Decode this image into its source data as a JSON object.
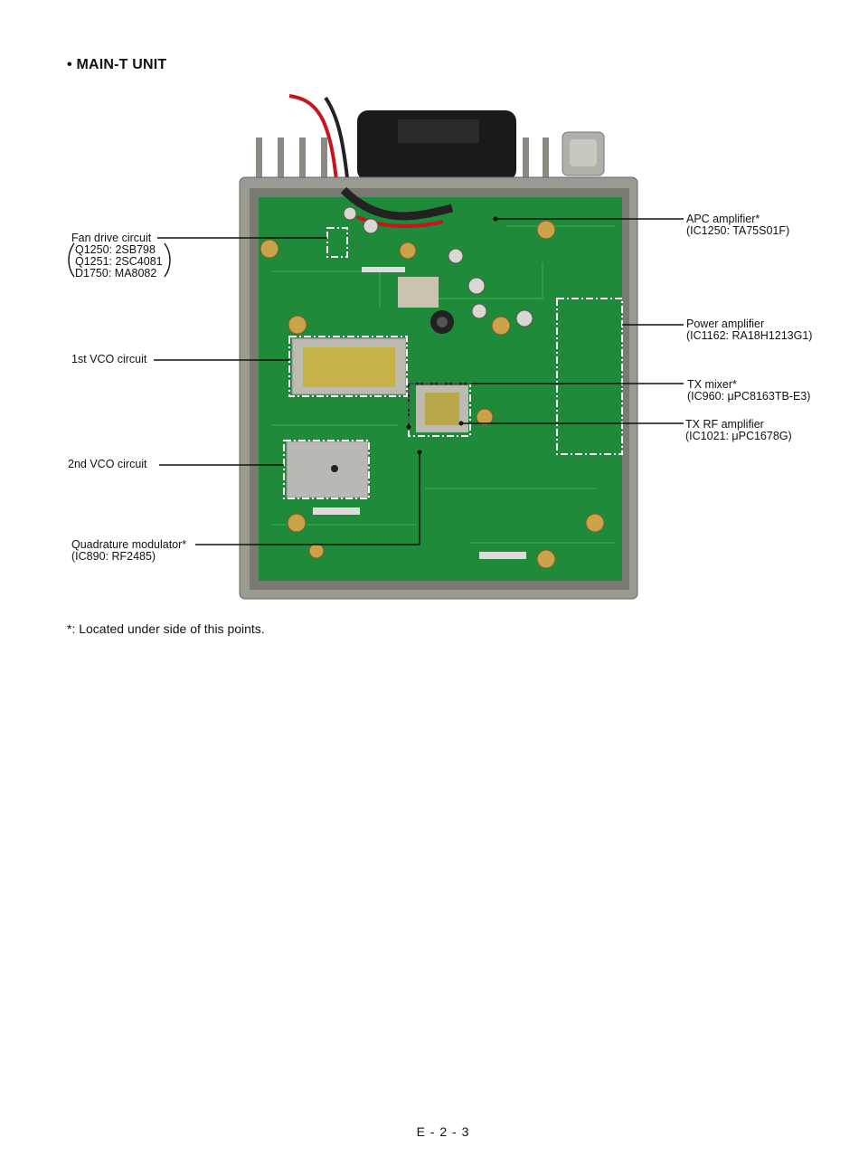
{
  "heading": "• MAIN-T UNIT",
  "labels": {
    "fan_drive": {
      "title": "Fan drive circuit",
      "lines": [
        "Q1250: 2SB798",
        "Q1251: 2SC4081",
        "D1750: MA8082"
      ]
    },
    "vco1": "1st VCO circuit",
    "vco2": "2nd VCO circuit",
    "quad_mod": {
      "title": "Quadrature modulator*",
      "part": "(IC890: RF2485)"
    },
    "apc_amp": {
      "title": "APC amplifier*",
      "part": "(IC1250: TA75S01F)"
    },
    "power_amp": {
      "title": "Power amplifier",
      "part": "(IC1162: RA18H1213G1)"
    },
    "tx_mixer": {
      "title": "TX mixer*",
      "part": "(IC960: μPC8163TB-E3)"
    },
    "tx_rf_amp": {
      "title": "TX RF amplifier",
      "part": "(IC1021: μPC1678G)"
    }
  },
  "footnote": "*: Located under side of this points.",
  "page_number": "E - 2 - 3",
  "colors": {
    "pcb_green": "#1f8a3a",
    "chassis_gray": "#9a9a92",
    "shield_gold": "#c8b24a"
  }
}
